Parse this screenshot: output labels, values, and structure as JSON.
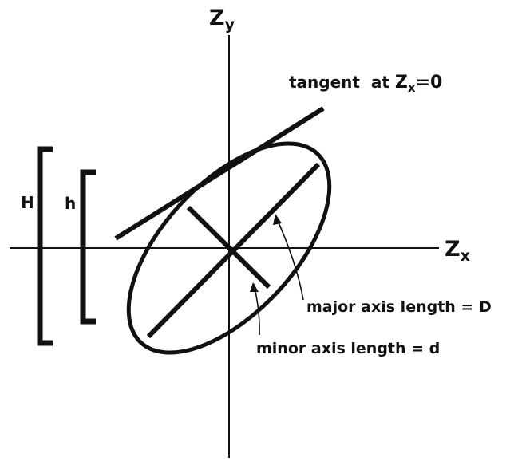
{
  "axes": {
    "y_label": {
      "main": "Z",
      "sub": "y"
    },
    "x_label": {
      "main": "Z",
      "sub": "x"
    }
  },
  "annotations": {
    "tangent": {
      "prefix": "tangent  at ",
      "var": "Z",
      "sub": "x",
      "suffix": "=0"
    },
    "major": "major axis length = D",
    "minor": "minor axis length = d"
  },
  "brackets": {
    "H": "H",
    "h": "h"
  },
  "colors": {
    "ink": "#111111",
    "background": "#ffffff"
  }
}
